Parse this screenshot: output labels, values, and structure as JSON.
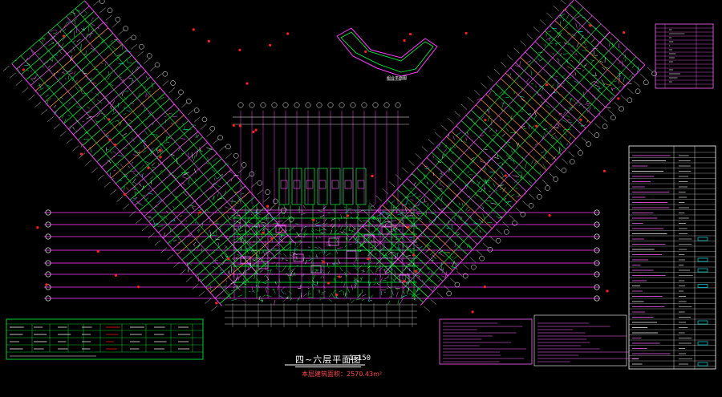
{
  "drawing": {
    "title": "四~六层平面图",
    "scale": "1:150",
    "area_note": "本层建筑面积：2570.43m²",
    "key_plan_label": "组合平面图"
  },
  "colors": {
    "background": "#000000",
    "wall": "#00ff3c",
    "grid": "#ff3cff",
    "dimension": "#ffffff",
    "axis_bubble": "#ff2020",
    "room": "#ff66ff",
    "table_red": "#ff2020",
    "table_text": "#ff66ff",
    "accent_cyan": "#00ffff",
    "accent_orange": "#ff9a30"
  }
}
